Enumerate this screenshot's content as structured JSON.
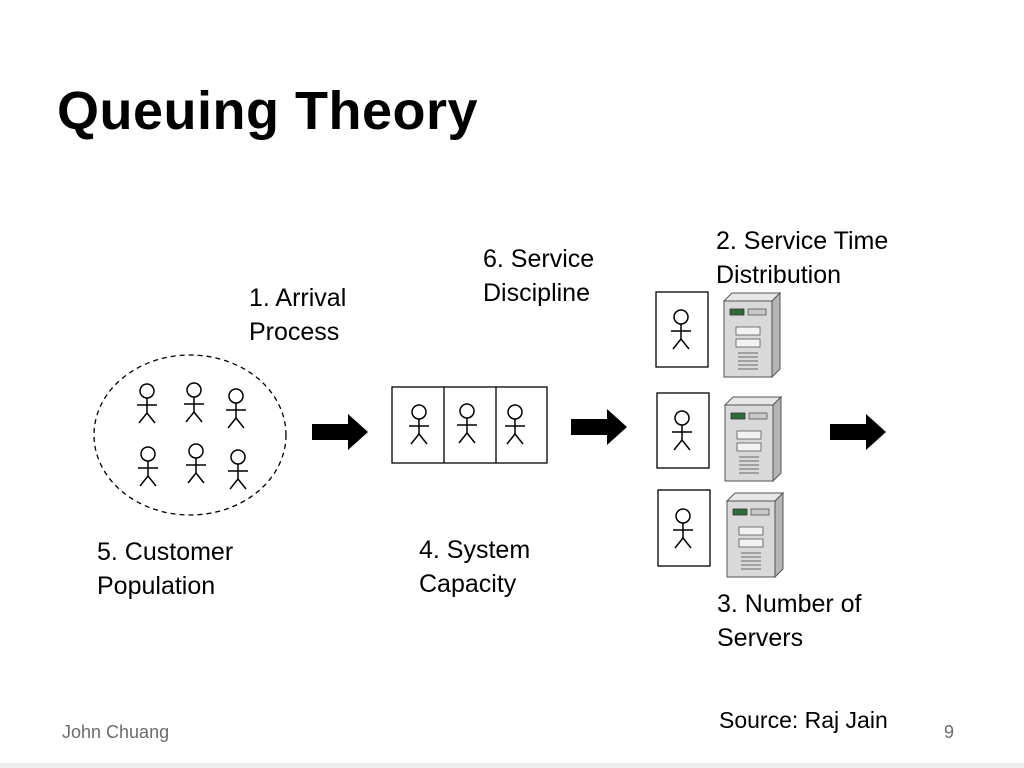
{
  "slide": {
    "title": "Queuing Theory",
    "labels": {
      "arrival_line1": "1. Arrival",
      "arrival_line2": "Process",
      "service_time_line1": "2. Service Time",
      "service_time_line2": "Distribution",
      "servers_line1": "3. Number of",
      "servers_line2": "Servers",
      "capacity_line1": "4. System",
      "capacity_line2": "Capacity",
      "population_line1": "5. Customer",
      "population_line2": "Population",
      "discipline_line1": "6. Service",
      "discipline_line2": "Discipline"
    },
    "source": "Source: Raj Jain",
    "footer": {
      "author": "John Chuang",
      "page_number": "9"
    }
  },
  "colors": {
    "text": "#000000",
    "footer_text": "#6b6b6b",
    "server_body": "#d9d9d9",
    "server_side": "#b5b5b5"
  },
  "icons": {
    "person": "stick-figure-icon",
    "server": "server-tower-icon",
    "arrow": "right-arrow-icon"
  }
}
